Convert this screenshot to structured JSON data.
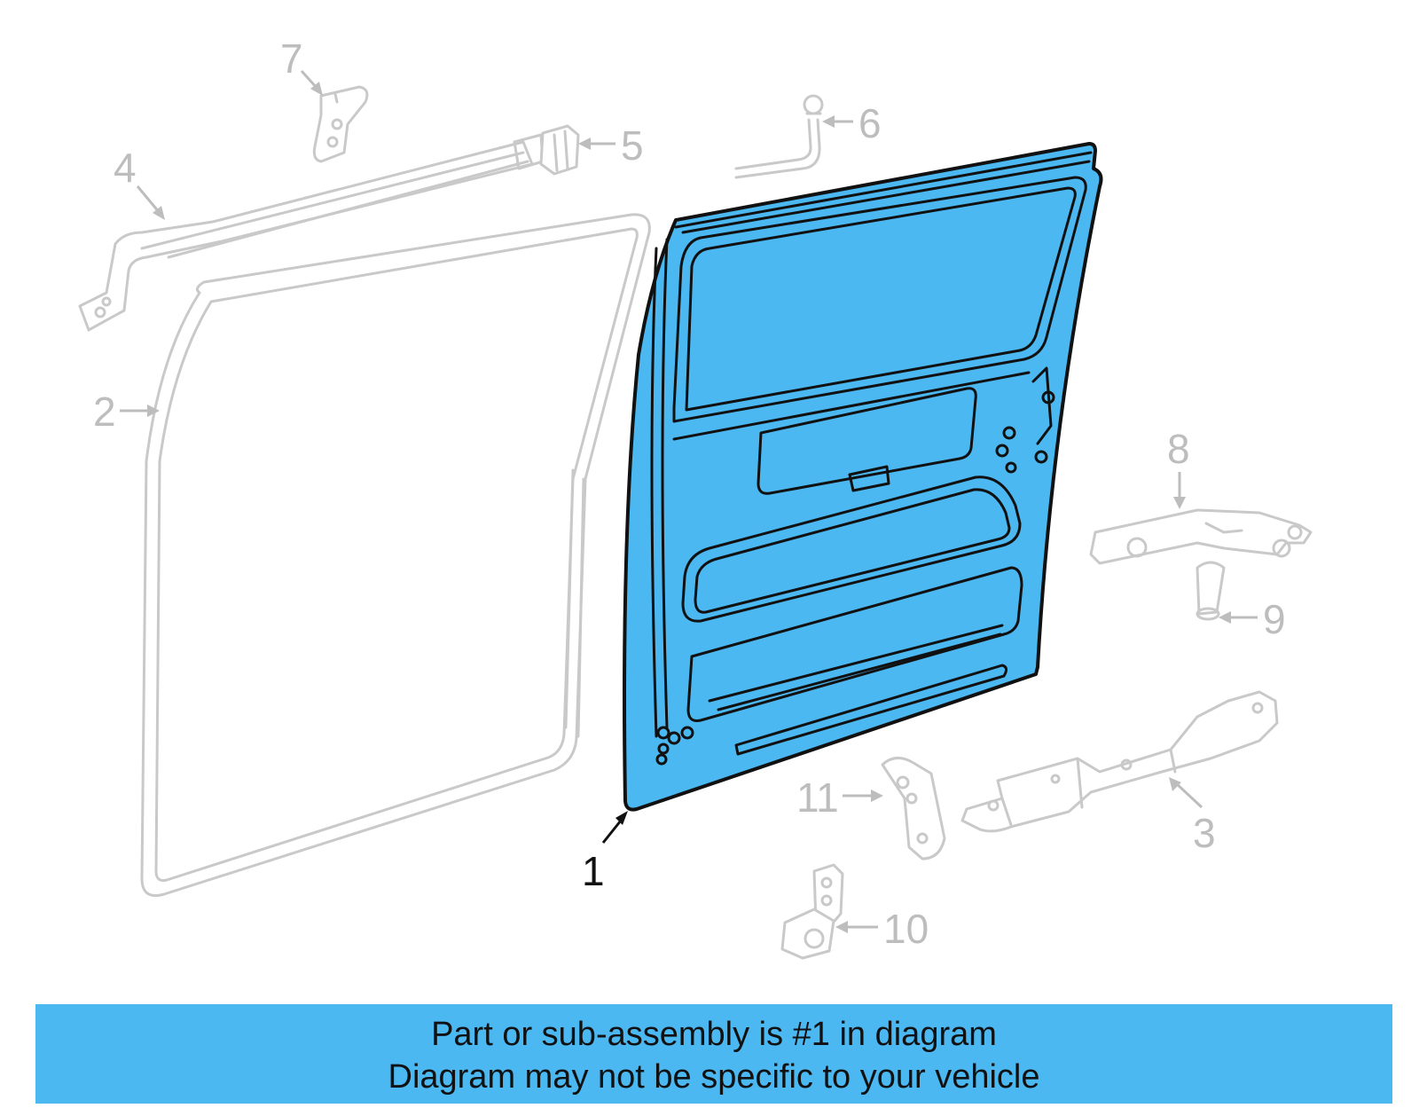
{
  "diagram": {
    "highlight_color": "#4bb8f2",
    "ghost_color": "#c9c9c9",
    "callouts": {
      "c1": "1",
      "c2": "2",
      "c3": "3",
      "c4": "4",
      "c5": "5",
      "c6": "6",
      "c7": "7",
      "c8": "8",
      "c9": "9",
      "c10": "10",
      "c11": "11"
    }
  },
  "banner": {
    "line1": "Part or sub-assembly is #1 in diagram",
    "line2": "Diagram may not be specific to your vehicle",
    "background": "#4bb8f2"
  }
}
